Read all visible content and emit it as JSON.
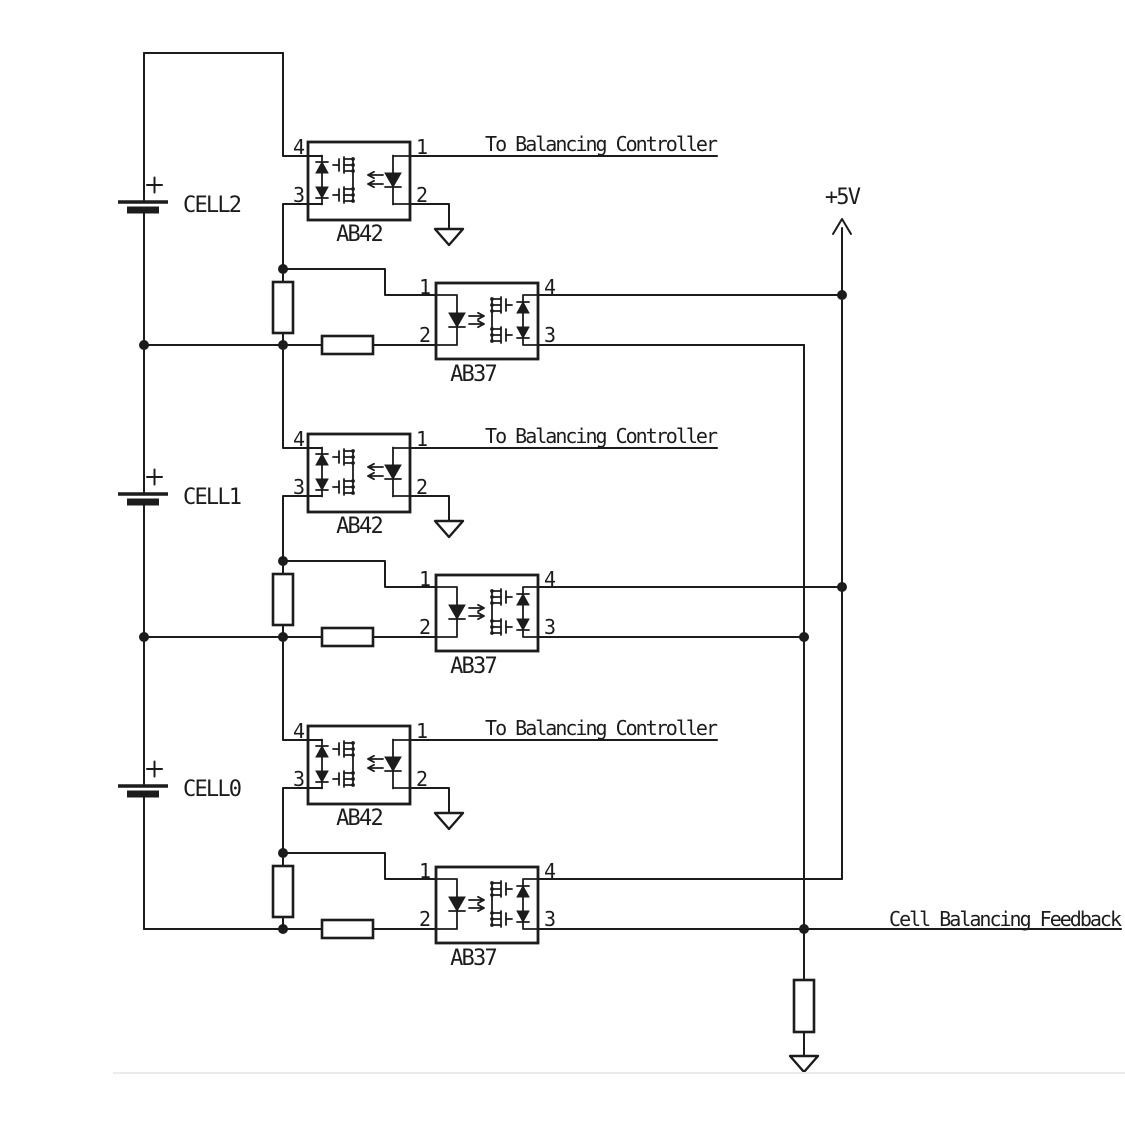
{
  "schematic": {
    "cells": [
      {
        "name": "CELL2"
      },
      {
        "name": "CELL1"
      },
      {
        "name": "CELL0"
      }
    ],
    "components": {
      "gate_driver_ref": "AB42",
      "feedback_isolator_ref": "AB37"
    },
    "pins": {
      "ab42": {
        "p1": "1",
        "p2": "2",
        "p3": "3",
        "p4": "4"
      },
      "ab37": {
        "p1": "1",
        "p2": "2",
        "p3": "3",
        "p4": "4"
      }
    },
    "nets": {
      "controller": "To Balancing Controller",
      "supply": "+5V",
      "feedback": "Cell Balancing Feedback"
    },
    "colors": {
      "ink": "#1c1c1c",
      "background": "#ffffff",
      "page_edge": "#ebebeb"
    }
  }
}
